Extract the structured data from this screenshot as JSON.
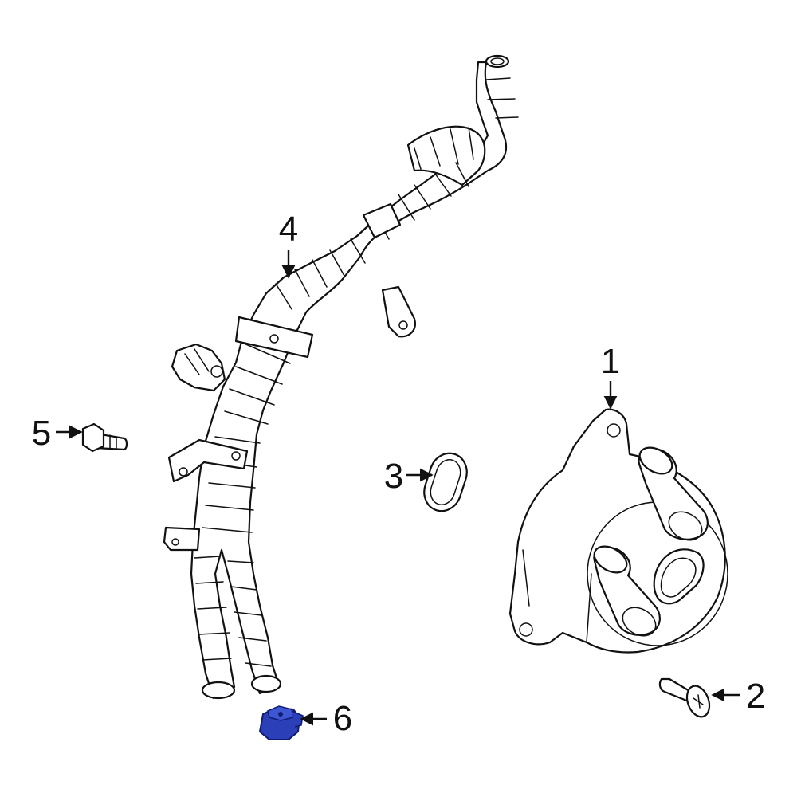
{
  "parts": [
    {
      "id": "part-1",
      "callout": "1",
      "name": "oil-cooler"
    },
    {
      "id": "part-2",
      "callout": "2",
      "name": "cooler-bolt"
    },
    {
      "id": "part-3",
      "callout": "3",
      "name": "o-ring-seal"
    },
    {
      "id": "part-4",
      "callout": "4",
      "name": "coolant-tube-assembly"
    },
    {
      "id": "part-5",
      "callout": "5",
      "name": "flange-bolt"
    },
    {
      "id": "part-6",
      "callout": "6",
      "name": "hose-clip"
    }
  ],
  "colors": {
    "line": "#111111",
    "background": "#ffffff",
    "highlight": "#2a3fb8",
    "highlight_dark": "#101c70"
  },
  "highlighted_part": "6"
}
